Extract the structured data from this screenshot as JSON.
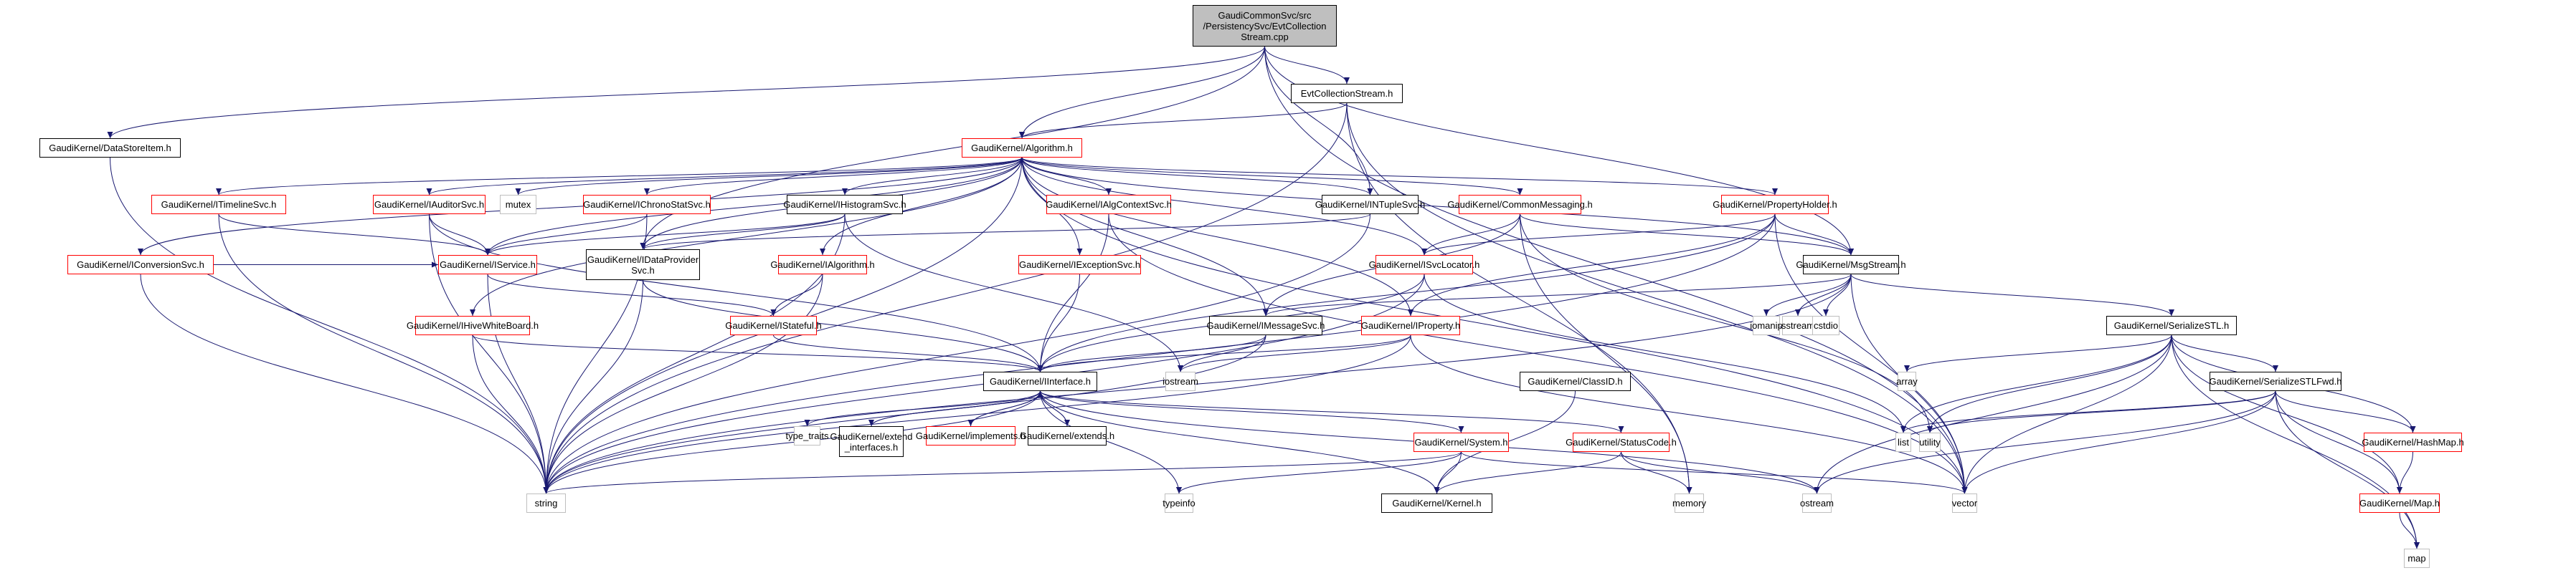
{
  "diagram": {
    "title": "Include dependency graph for EvtCollectionStream.cpp",
    "colors": {
      "edge": "#191970",
      "root_fill": "#bfbfbf",
      "documented_border": "#000000",
      "undocumented_border": "#ff0000",
      "system_border": "#bfbfbf"
    },
    "nodes": [
      {
        "id": "root",
        "label": "GaudiCommonSvc/src\n/PersistencySvc/EvtCollection\nStream.cpp",
        "kind": "root"
      },
      {
        "id": "evtcs",
        "label": "EvtCollectionStream.h",
        "kind": "black"
      },
      {
        "id": "dsi",
        "label": "GaudiKernel/DataStoreItem.h",
        "kind": "black"
      },
      {
        "id": "alg",
        "label": "GaudiKernel/Algorithm.h",
        "kind": "red"
      },
      {
        "id": "itimeline",
        "label": "GaudiKernel/ITimelineSvc.h",
        "kind": "red"
      },
      {
        "id": "iauditor",
        "label": "GaudiKernel/IAuditorSvc.h",
        "kind": "red"
      },
      {
        "id": "mutex",
        "label": "mutex",
        "kind": "gray"
      },
      {
        "id": "ichrono",
        "label": "GaudiKernel/IChronoStatSvc.h",
        "kind": "red"
      },
      {
        "id": "ihisto",
        "label": "GaudiKernel/IHistogramSvc.h",
        "kind": "black"
      },
      {
        "id": "ialgctx",
        "label": "GaudiKernel/IAlgContextSvc.h",
        "kind": "red"
      },
      {
        "id": "intuple",
        "label": "GaudiKernel/INTupleSvc.h",
        "kind": "black"
      },
      {
        "id": "commsg",
        "label": "GaudiKernel/CommonMessaging.h",
        "kind": "red"
      },
      {
        "id": "propholder",
        "label": "GaudiKernel/PropertyHolder.h",
        "kind": "red"
      },
      {
        "id": "iconv",
        "label": "GaudiKernel/IConversionSvc.h",
        "kind": "red"
      },
      {
        "id": "iservice",
        "label": "GaudiKernel/IService.h",
        "kind": "red"
      },
      {
        "id": "idataprov",
        "label": "GaudiKernel/IDataProvider\nSvc.h",
        "kind": "black"
      },
      {
        "id": "ialgorithm",
        "label": "GaudiKernel/IAlgorithm.h",
        "kind": "red"
      },
      {
        "id": "iexception",
        "label": "GaudiKernel/IExceptionSvc.h",
        "kind": "red"
      },
      {
        "id": "isvcloc",
        "label": "GaudiKernel/ISvcLocator.h",
        "kind": "red"
      },
      {
        "id": "msgstream",
        "label": "GaudiKernel/MsgStream.h",
        "kind": "black"
      },
      {
        "id": "ihive",
        "label": "GaudiKernel/IHiveWhiteBoard.h",
        "kind": "red"
      },
      {
        "id": "istateful",
        "label": "GaudiKernel/IStateful.h",
        "kind": "red"
      },
      {
        "id": "imsgsvc",
        "label": "GaudiKernel/IMessageSvc.h",
        "kind": "black"
      },
      {
        "id": "iproperty",
        "label": "GaudiKernel/IProperty.h",
        "kind": "red"
      },
      {
        "id": "iomanip",
        "label": "iomanip",
        "kind": "gray"
      },
      {
        "id": "sstream",
        "label": "sstream",
        "kind": "gray"
      },
      {
        "id": "cstdio",
        "label": "cstdio",
        "kind": "gray"
      },
      {
        "id": "serstl",
        "label": "GaudiKernel/SerializeSTL.h",
        "kind": "black"
      },
      {
        "id": "iinterface",
        "label": "GaudiKernel/IInterface.h",
        "kind": "black"
      },
      {
        "id": "iostream",
        "label": "iostream",
        "kind": "gray"
      },
      {
        "id": "classid",
        "label": "GaudiKernel/ClassID.h",
        "kind": "black"
      },
      {
        "id": "array",
        "label": "array",
        "kind": "gray"
      },
      {
        "id": "serstlfwd",
        "label": "GaudiKernel/SerializeSTLFwd.h",
        "kind": "black"
      },
      {
        "id": "typetraits",
        "label": "type_traits",
        "kind": "gray"
      },
      {
        "id": "extendif",
        "label": "GaudiKernel/extend\n_interfaces.h",
        "kind": "black"
      },
      {
        "id": "implements",
        "label": "GaudiKernel/implements.h",
        "kind": "red"
      },
      {
        "id": "extends",
        "label": "GaudiKernel/extends.h",
        "kind": "black"
      },
      {
        "id": "system",
        "label": "GaudiKernel/System.h",
        "kind": "red"
      },
      {
        "id": "statuscode",
        "label": "GaudiKernel/StatusCode.h",
        "kind": "red"
      },
      {
        "id": "list",
        "label": "list",
        "kind": "gray"
      },
      {
        "id": "utility",
        "label": "utility",
        "kind": "gray"
      },
      {
        "id": "hashmap",
        "label": "GaudiKernel/HashMap.h",
        "kind": "red"
      },
      {
        "id": "string",
        "label": "string",
        "kind": "gray"
      },
      {
        "id": "typeinfo",
        "label": "typeinfo",
        "kind": "gray"
      },
      {
        "id": "kernel",
        "label": "GaudiKernel/Kernel.h",
        "kind": "black"
      },
      {
        "id": "memory",
        "label": "memory",
        "kind": "gray"
      },
      {
        "id": "ostream",
        "label": "ostream",
        "kind": "gray"
      },
      {
        "id": "vector",
        "label": "vector",
        "kind": "gray"
      },
      {
        "id": "mapH",
        "label": "GaudiKernel/Map.h",
        "kind": "red"
      },
      {
        "id": "map",
        "label": "map",
        "kind": "gray"
      }
    ],
    "edges": [
      [
        "root",
        "evtcs"
      ],
      [
        "root",
        "dsi"
      ],
      [
        "root",
        "alg"
      ],
      [
        "root",
        "intuple"
      ],
      [
        "root",
        "idataprov"
      ],
      [
        "root",
        "msgstream"
      ],
      [
        "root",
        "vector"
      ],
      [
        "evtcs",
        "alg"
      ],
      [
        "evtcs",
        "string"
      ],
      [
        "evtcs",
        "memory"
      ],
      [
        "evtcs",
        "vector"
      ],
      [
        "dsi",
        "string"
      ],
      [
        "alg",
        "itimeline"
      ],
      [
        "alg",
        "iauditor"
      ],
      [
        "alg",
        "mutex"
      ],
      [
        "alg",
        "ichrono"
      ],
      [
        "alg",
        "ihisto"
      ],
      [
        "alg",
        "ialgctx"
      ],
      [
        "alg",
        "intuple"
      ],
      [
        "alg",
        "commsg"
      ],
      [
        "alg",
        "propholder"
      ],
      [
        "alg",
        "iconv"
      ],
      [
        "alg",
        "iservice"
      ],
      [
        "alg",
        "idataprov"
      ],
      [
        "alg",
        "ialgorithm"
      ],
      [
        "alg",
        "iexception"
      ],
      [
        "alg",
        "isvcloc"
      ],
      [
        "alg",
        "msgstream"
      ],
      [
        "alg",
        "ihive"
      ],
      [
        "alg",
        "imsgsvc"
      ],
      [
        "alg",
        "iproperty"
      ],
      [
        "alg",
        "string"
      ],
      [
        "alg",
        "vector"
      ],
      [
        "itimeline",
        "iservice"
      ],
      [
        "itimeline",
        "string"
      ],
      [
        "iauditor",
        "iservice"
      ],
      [
        "iauditor",
        "string"
      ],
      [
        "iauditor",
        "iinterface"
      ],
      [
        "ichrono",
        "iservice"
      ],
      [
        "ichrono",
        "string"
      ],
      [
        "ihisto",
        "iservice"
      ],
      [
        "ihisto",
        "idataprov"
      ],
      [
        "ihisto",
        "iostream"
      ],
      [
        "ihisto",
        "string"
      ],
      [
        "ialgctx",
        "iinterface"
      ],
      [
        "ialgctx",
        "vector"
      ],
      [
        "intuple",
        "idataprov"
      ],
      [
        "intuple",
        "string"
      ],
      [
        "commsg",
        "isvcloc"
      ],
      [
        "commsg",
        "msgstream"
      ],
      [
        "commsg",
        "imsgsvc"
      ],
      [
        "commsg",
        "memory"
      ],
      [
        "commsg",
        "utility"
      ],
      [
        "propholder",
        "iproperty"
      ],
      [
        "propholder",
        "msgstream"
      ],
      [
        "propholder",
        "isvcloc"
      ],
      [
        "propholder",
        "iinterface"
      ],
      [
        "propholder",
        "string"
      ],
      [
        "propholder",
        "vector"
      ],
      [
        "iconv",
        "iservice"
      ],
      [
        "iconv",
        "string"
      ],
      [
        "iservice",
        "istateful"
      ],
      [
        "iservice",
        "string"
      ],
      [
        "idataprov",
        "iinterface"
      ],
      [
        "idataprov",
        "string"
      ],
      [
        "ialgorithm",
        "istateful"
      ],
      [
        "ialgorithm",
        "string"
      ],
      [
        "iexception",
        "iinterface"
      ],
      [
        "isvcloc",
        "iinterface"
      ],
      [
        "isvcloc",
        "string"
      ],
      [
        "isvcloc",
        "list"
      ],
      [
        "msgstream",
        "imsgsvc"
      ],
      [
        "msgstream",
        "serstl"
      ],
      [
        "msgstream",
        "iomanip"
      ],
      [
        "msgstream",
        "sstream"
      ],
      [
        "msgstream",
        "cstdio"
      ],
      [
        "msgstream",
        "string"
      ],
      [
        "msgstream",
        "vector"
      ],
      [
        "ihive",
        "iinterface"
      ],
      [
        "ihive",
        "string"
      ],
      [
        "istateful",
        "iinterface"
      ],
      [
        "imsgsvc",
        "iinterface"
      ],
      [
        "imsgsvc",
        "iostream"
      ],
      [
        "imsgsvc",
        "string"
      ],
      [
        "iproperty",
        "iinterface"
      ],
      [
        "iproperty",
        "iostream"
      ],
      [
        "iproperty",
        "string"
      ],
      [
        "iproperty",
        "vector"
      ],
      [
        "serstl",
        "serstlfwd"
      ],
      [
        "serstl",
        "array"
      ],
      [
        "serstl",
        "list"
      ],
      [
        "serstl",
        "utility"
      ],
      [
        "serstl",
        "ostream"
      ],
      [
        "serstl",
        "vector"
      ],
      [
        "serstl",
        "map"
      ],
      [
        "serstl",
        "hashmap"
      ],
      [
        "serstl",
        "mapH"
      ],
      [
        "iinterface",
        "typetraits"
      ],
      [
        "iinterface",
        "extendif"
      ],
      [
        "iinterface",
        "implements"
      ],
      [
        "iinterface",
        "extends"
      ],
      [
        "iinterface",
        "system"
      ],
      [
        "iinterface",
        "statuscode"
      ],
      [
        "iinterface",
        "kernel"
      ],
      [
        "iinterface",
        "typeinfo"
      ],
      [
        "iinterface",
        "ostream"
      ],
      [
        "iinterface",
        "string"
      ],
      [
        "extendif",
        "iinterface"
      ],
      [
        "implements",
        "iinterface"
      ],
      [
        "extends",
        "iinterface"
      ],
      [
        "classid",
        "kernel"
      ],
      [
        "system",
        "kernel"
      ],
      [
        "system",
        "typeinfo"
      ],
      [
        "system",
        "string"
      ],
      [
        "system",
        "vector"
      ],
      [
        "statuscode",
        "kernel"
      ],
      [
        "statuscode",
        "memory"
      ],
      [
        "statuscode",
        "ostream"
      ],
      [
        "serstlfwd",
        "list"
      ],
      [
        "serstlfwd",
        "utility"
      ],
      [
        "serstlfwd",
        "ostream"
      ],
      [
        "serstlfwd",
        "vector"
      ],
      [
        "serstlfwd",
        "map"
      ],
      [
        "serstlfwd",
        "hashmap"
      ],
      [
        "serstlfwd",
        "mapH"
      ],
      [
        "hashmap",
        "mapH"
      ],
      [
        "mapH",
        "map"
      ]
    ]
  }
}
